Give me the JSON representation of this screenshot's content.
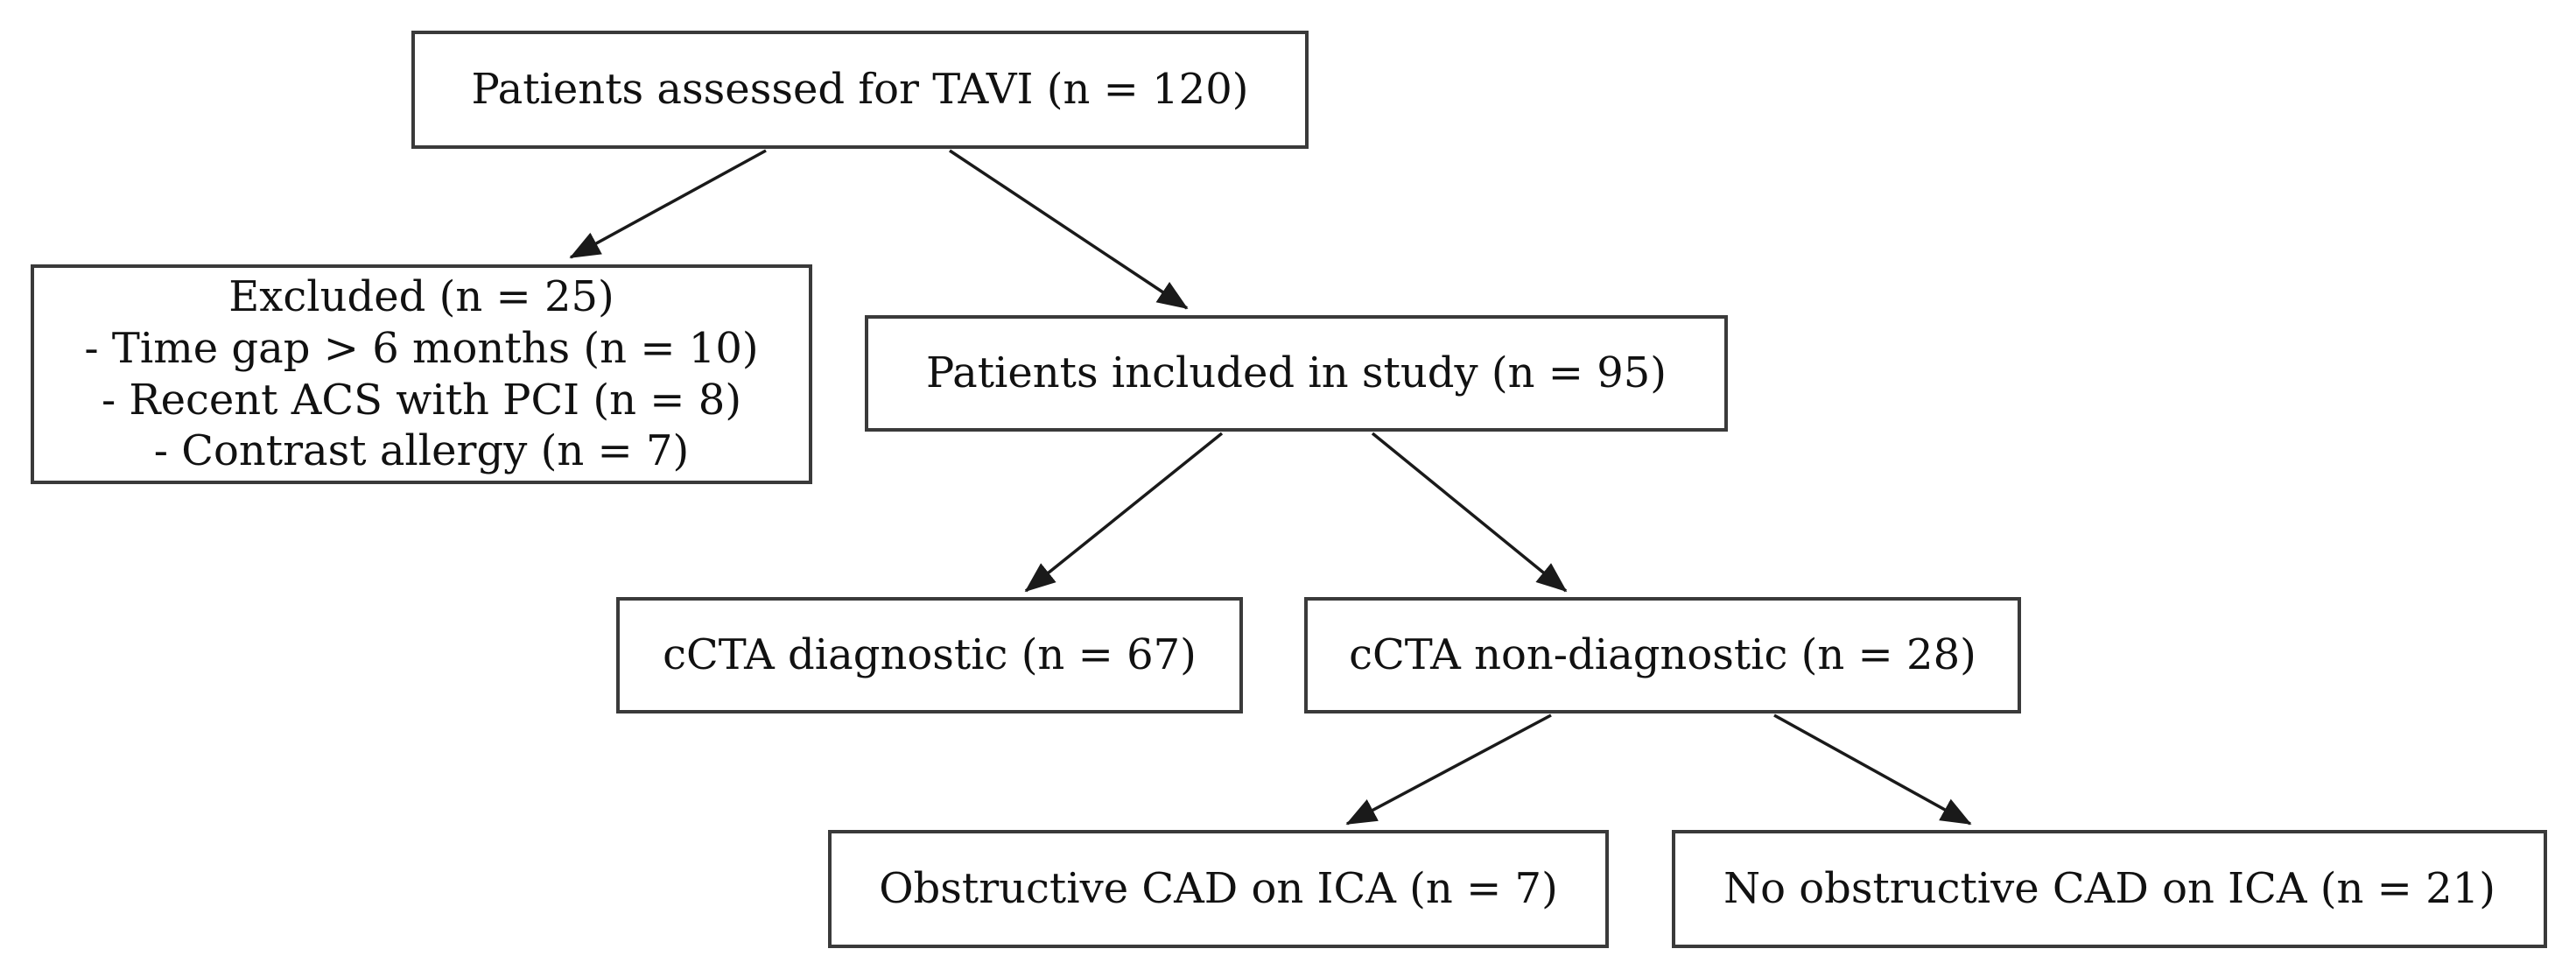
{
  "figure": {
    "type": "patient-flow-diagram",
    "background": "#ffffff"
  },
  "colors": {
    "bg": "#ffffff",
    "border": "#3a3a3a",
    "text": "#111111",
    "arrow": "#1a1a1a"
  },
  "nodes": {
    "assessed": {
      "label": "Patients assessed for TAVI (n = 120)"
    },
    "excluded": {
      "title": "Excluded (n = 25)",
      "reasons": [
        "- Time gap > 6 months (n = 10)",
        "- Recent ACS with PCI (n = 8)",
        "- Contrast allergy (n = 7)"
      ]
    },
    "included": {
      "label": "Patients included in study (n = 95)"
    },
    "ccta_diagnostic": {
      "label": "cCTA diagnostic (n = 67)"
    },
    "ccta_non_diagnostic": {
      "label": "cCTA non-diagnostic (n = 28)"
    },
    "obstructive_cad": {
      "label": "Obstructive CAD on ICA (n = 7)"
    },
    "no_obstructive_cad": {
      "label": "No obstructive CAD on ICA (n = 21)"
    }
  },
  "counts": {
    "assessed": 120,
    "excluded": 25,
    "excluded_time_gap_gt_6_months": 10,
    "excluded_recent_acs_with_pci": 8,
    "excluded_contrast_allergy": 7,
    "included": 95,
    "ccta_diagnostic": 67,
    "ccta_non_diagnostic": 28,
    "obstructive_cad_on_ica": 7,
    "no_obstructive_cad_on_ica": 21
  },
  "edges": [
    {
      "from": "assessed",
      "to": "excluded"
    },
    {
      "from": "assessed",
      "to": "included"
    },
    {
      "from": "included",
      "to": "ccta_diagnostic"
    },
    {
      "from": "included",
      "to": "ccta_non_diagnostic"
    },
    {
      "from": "ccta_non_diagnostic",
      "to": "obstructive_cad"
    },
    {
      "from": "ccta_non_diagnostic",
      "to": "no_obstructive_cad"
    }
  ]
}
